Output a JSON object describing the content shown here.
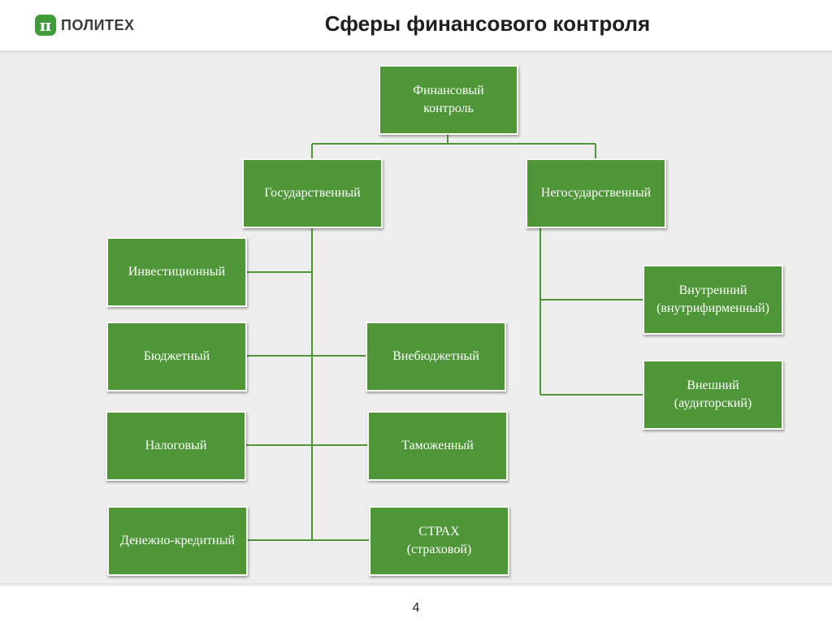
{
  "header": {
    "logo_text": "ПОЛИТЕХ",
    "logo_mark": "π",
    "title": "Сферы финансового контроля"
  },
  "diagram": {
    "root": "Финансовый\nконтроль",
    "state": "Государственный",
    "nonstate": "Негосударственный",
    "state_left": [
      "Инвестиционный",
      "Бюджетный",
      "Налоговый",
      "Денежно-кредитный"
    ],
    "state_right": [
      "Внебюджетный",
      "Таможенный",
      "СТРАХ\n(страховой)"
    ],
    "nonstate_children": [
      "Внутренний\n(внутрифирменный)",
      "Внешний\n(аудиторский)"
    ]
  },
  "footer": {
    "page_number": "4"
  },
  "colors": {
    "box": "#4e9638",
    "line": "#4e9638",
    "canvas": "#eeeeee",
    "logo": "#3f9a3a"
  }
}
